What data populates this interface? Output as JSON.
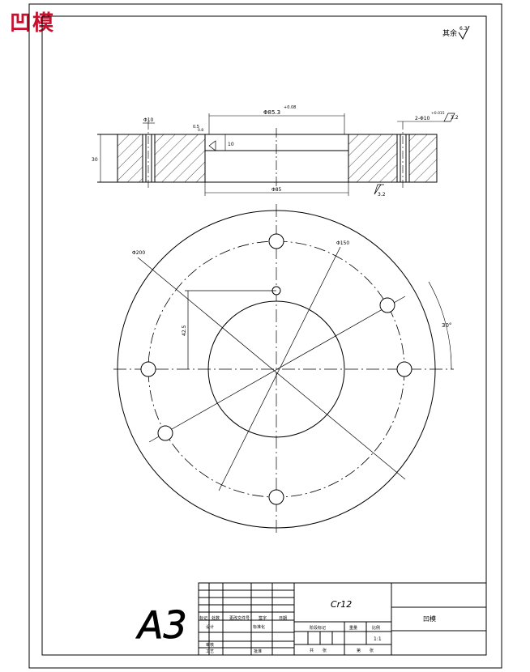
{
  "stamp_title": "凹模",
  "roughness_note": {
    "label": "其余",
    "value": "6.3"
  },
  "section_view": {
    "dims": {
      "top_width": "Φ85.3",
      "top_tol": "+0.08",
      "hole_width": "Φ10",
      "thread": "2-Φ10",
      "thread_tol": "+0.015",
      "bottom_width": "Φ85",
      "height": "30",
      "step": "10",
      "chamfer": "0.5"
    },
    "roughness": [
      "3.2",
      "3.2",
      "0.8"
    ]
  },
  "plan_view": {
    "dims": {
      "outer_diameter": "Φ200",
      "bolt_circle": "Φ150",
      "angle": "30°",
      "offset": "42.5"
    }
  },
  "title_block": {
    "sheet_size": "A3",
    "material": "Cr12",
    "part_name": "凹模",
    "rows": {
      "r1": [
        "标记",
        "处数",
        "更改文件号",
        "签字",
        "日期"
      ],
      "design": "设计",
      "standard": "标准化",
      "check": "审核",
      "process": "工艺",
      "approve": "批准",
      "stage": "阶段标记",
      "weight": "重量",
      "scale": "比例",
      "scale_value": "1:1",
      "sheets_total": "共",
      "sheet_n": "第",
      "sheet_unit": "张"
    }
  },
  "colors": {
    "stamp": "#c8102e",
    "line": "#000000"
  }
}
